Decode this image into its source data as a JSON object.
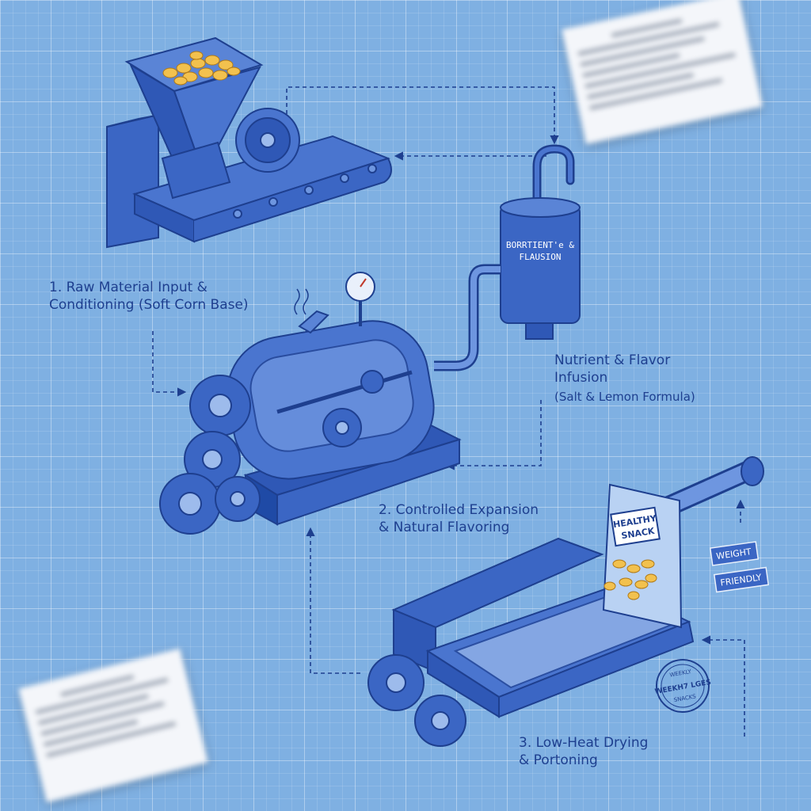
{
  "steps": {
    "step1": {
      "line1": "1. Raw Material Input &",
      "line2": "Conditioning (Soft Corn Base)"
    },
    "infusion": {
      "line1": "Nutrient & Flavor",
      "line2": "Infusion",
      "line3": "(Salt & Lemon Formula)"
    },
    "step2": {
      "line1": "2. Controlled Expansion",
      "line2": "& Natural Flavoring"
    },
    "step3": {
      "line1": "3. Low-Heat Drying",
      "line2": "& Portoning"
    }
  },
  "tank_label": {
    "line1": "BORRTIENT'e &",
    "line2": "FLAUSION"
  },
  "bag": {
    "line1": "HEALTHY",
    "line2": "SNACK"
  },
  "tags": {
    "weight": "WEIGHT",
    "friendly": "FRIENDLY"
  },
  "stamp": {
    "top": "WEEKLY",
    "middle": "WEEKH7 LGES",
    "bottom": "SNACKS"
  },
  "colors": {
    "background": "#7fb0e2",
    "ink": "#1e3f8f",
    "machine_fill": "#3b66c4",
    "snack": "#f2c14e"
  }
}
